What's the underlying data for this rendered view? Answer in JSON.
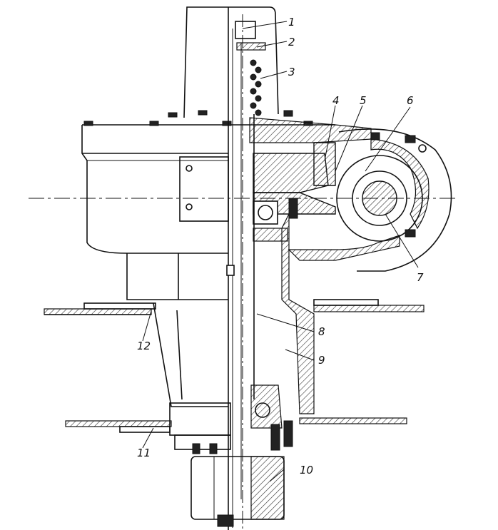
{
  "colors": {
    "ink": "#111111",
    "paper": "#ffffff",
    "hatch": "#333333"
  },
  "callouts": [
    {
      "id": "1",
      "label": "1"
    },
    {
      "id": "2",
      "label": "2"
    },
    {
      "id": "3",
      "label": "3"
    },
    {
      "id": "4",
      "label": "4"
    },
    {
      "id": "5",
      "label": "5"
    },
    {
      "id": "6",
      "label": "6"
    },
    {
      "id": "7",
      "label": "7"
    },
    {
      "id": "8",
      "label": "8"
    },
    {
      "id": "9",
      "label": "9"
    },
    {
      "id": "10",
      "label": "10"
    },
    {
      "id": "11",
      "label": "11"
    },
    {
      "id": "12",
      "label": "12"
    }
  ]
}
